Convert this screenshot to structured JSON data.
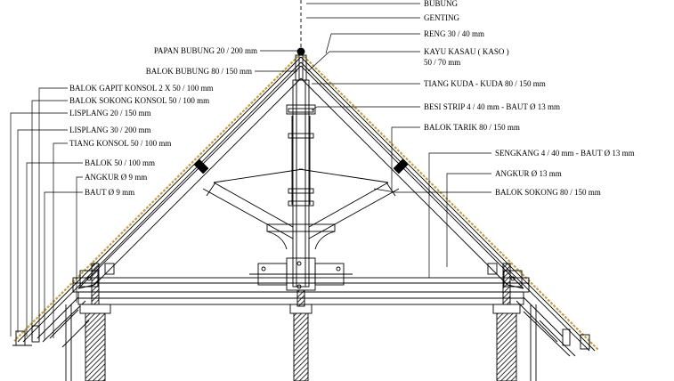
{
  "colors": {
    "line": "#000000",
    "roof_tile": "#c8a040",
    "wall_hatch": "#000000",
    "background": "#ffffff"
  },
  "labels_left": {
    "papan_bubung": "PAPAN BUBUNG 20 / 200 mm",
    "balok_bubung": "BALOK BUBUNG 80 / 150 mm",
    "balok_gapit": "BALOK GAPIT KONSOL 2 X 50 / 100 mm",
    "balok_sokong_konsol": "BALOK SOKONG KONSOL 50 / 100 mm",
    "lisplang_1": "LISPLANG 20 / 150 mm",
    "lisplang_2": "LISPLANG 30 / 200 mm",
    "tiang_konsol": "TIANG KONSOL 50 / 100 mm",
    "balok_50": "BALOK 50 / 100 mm",
    "angkur_9": "ANGKUR Ø 9 mm",
    "baut_9": "BAUT Ø 9 mm"
  },
  "labels_right": {
    "bubung": "BUBUNG",
    "genting": "GENTING",
    "reng": "RENG 30 / 40 mm",
    "kayu_kasau_1": "KAYU KASAU ( KASO )",
    "kayu_kasau_2": "50 / 70 mm",
    "tiang_kuda": "TIANG KUDA - KUDA 80 / 150 mm",
    "besi_strip": "BESI STRIP 4 / 40 mm - BAUT Ø 13 mm",
    "balok_tarik": "BALOK TARIK 80 / 150 mm",
    "sengkang": "SENGKANG 4 / 40 mm - BAUT Ø 13 mm",
    "angkur_13": "ANGKUR Ø 13 mm",
    "balok_sokong": "BALOK SOKONG 80 / 150 mm"
  }
}
